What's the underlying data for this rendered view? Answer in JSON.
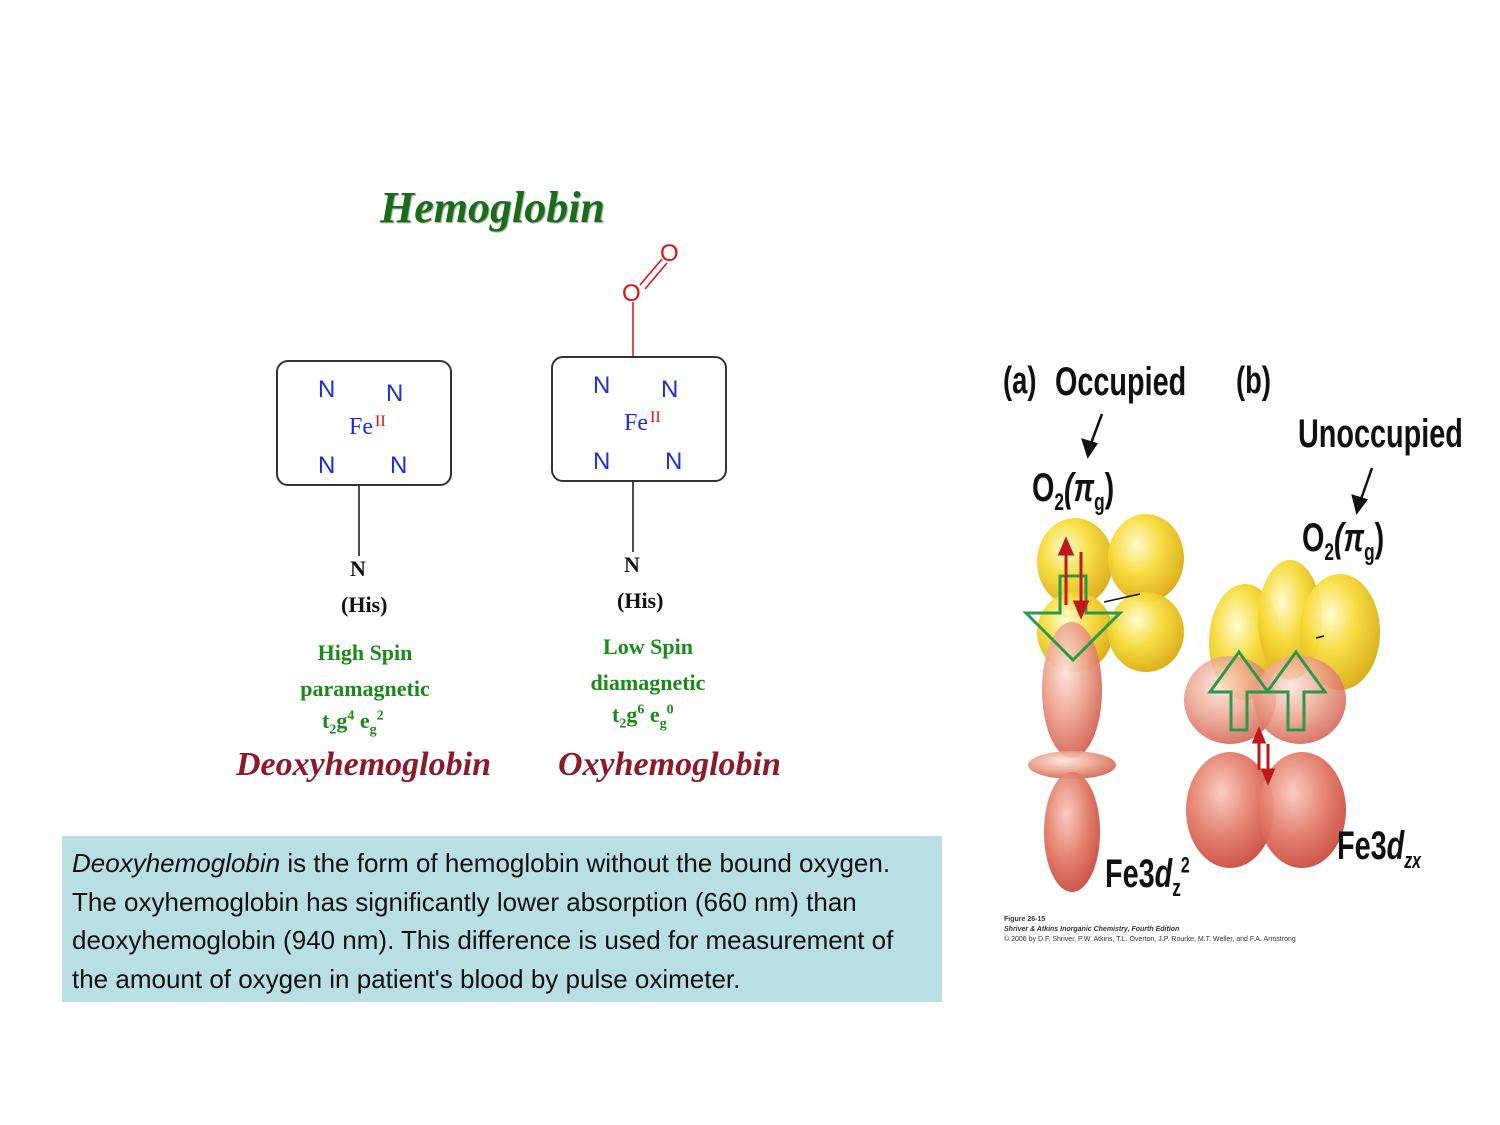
{
  "title": "Hemoglobin",
  "complexes": {
    "atom_n": "N",
    "atom_fe": "Fe",
    "oxidation_state": "II",
    "atom_o": "O",
    "deoxy": {
      "axial_atom": "N",
      "axial_ligand": "(His)",
      "spin": "High Spin",
      "magnetism": "paramagnetic",
      "config": {
        "t": "t",
        "t_sub": "2",
        "t_g": "g",
        "t_sup": "4",
        "e": "e",
        "e_sub": "g",
        "e_sup": "2"
      },
      "name": "Deoxyhemoglobin"
    },
    "oxy": {
      "axial_atom": "N",
      "axial_ligand": "(His)",
      "spin": "Low Spin",
      "magnetism": "diamagnetic",
      "config": {
        "t": "t",
        "t_sub": "2",
        "t_g": "g",
        "t_sup": "6",
        "e": "e",
        "e_sub": "g",
        "e_sup": "0"
      },
      "name": "Oxyhemoglobin"
    }
  },
  "description": {
    "term": "Deoxyhemoglobin",
    "rest": " is the form of hemoglobin without the bound oxygen. The oxyhemoglobin has significantly lower absorption (660 nm) than deoxyhemoglobin (940 nm). This difference is used for measurement of the amount of oxygen in patient's blood by pulse oximeter."
  },
  "orbital_figure": {
    "panel_a": {
      "label": "(a)",
      "state": "Occupied",
      "o2": "O",
      "o2_sub": "2",
      "pi": "(π",
      "pi_sub": "g",
      "pi_close": ")",
      "fe_label": "Fe3",
      "fe_d": "d",
      "fe_sub": "z",
      "fe_sup": "2"
    },
    "panel_b": {
      "label": "(b)",
      "state": "Unoccupied",
      "o2": "O",
      "o2_sub": "2",
      "pi": "(π",
      "pi_sub": "g",
      "pi_close": ")",
      "fe_label": "Fe3",
      "fe_d": "d",
      "fe_sub": "zx"
    },
    "caption": {
      "figure": "Figure 26-15",
      "book": "Shriver & Atkins Inorganic Chemistry, Fourth Edition",
      "copyright": "© 2006 by D.F. Shriver, P.W. Atkins, T.L. Overton, J.P. Rourke, M.T. Weller, and F.A. Armstrong"
    }
  },
  "colors": {
    "title_green": "#1a6b1a",
    "label_green": "#1a8a1a",
    "name_maroon": "#8b1a2a",
    "nitrogen_blue": "#1f2fdf",
    "oxygen_red": "#e01010",
    "description_bg": "#b8dfe2",
    "lobe_yellow": "#f5d21f",
    "lobe_salmon": "#e9866e",
    "arrow_green": "#2a9a4a"
  }
}
